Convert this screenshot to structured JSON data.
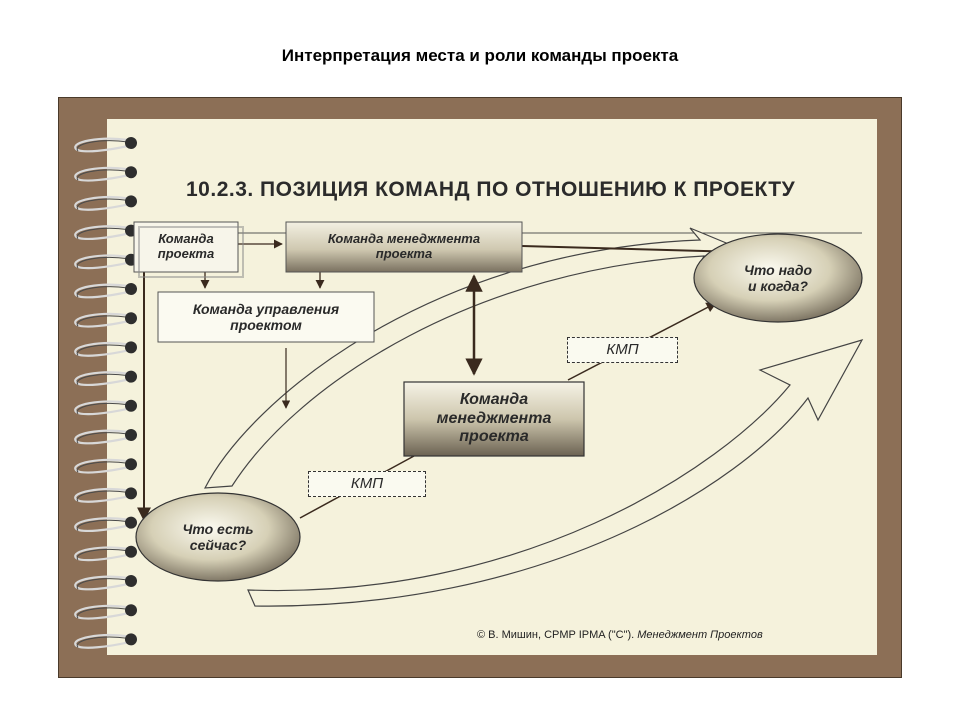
{
  "slide_title": "Интерпретация места и роли команды проекта",
  "diagram": {
    "title": "10.2.3. ПОЗИЦИЯ КОМАНД ПО ОТНОШЕНИЮ К ПРОЕКТУ",
    "nodes": {
      "project_team": "Команда\nпроекта",
      "mgmt_team_top": "Команда менеджмента\nпроекта",
      "control_team": "Команда управления\nпроектом",
      "mgmt_team_center": "Команда\nменеджмента\nпроекта",
      "what_needed": "Что надо\nи когда?",
      "what_now": "Что есть\nсейчас?",
      "kmp_right": "КМП",
      "kmp_left": "КМП"
    },
    "footer_main": "© В. Мишин, CPMP IPMA (\"C\"). ",
    "footer_italic": "Менеджмент Проектов"
  }
}
